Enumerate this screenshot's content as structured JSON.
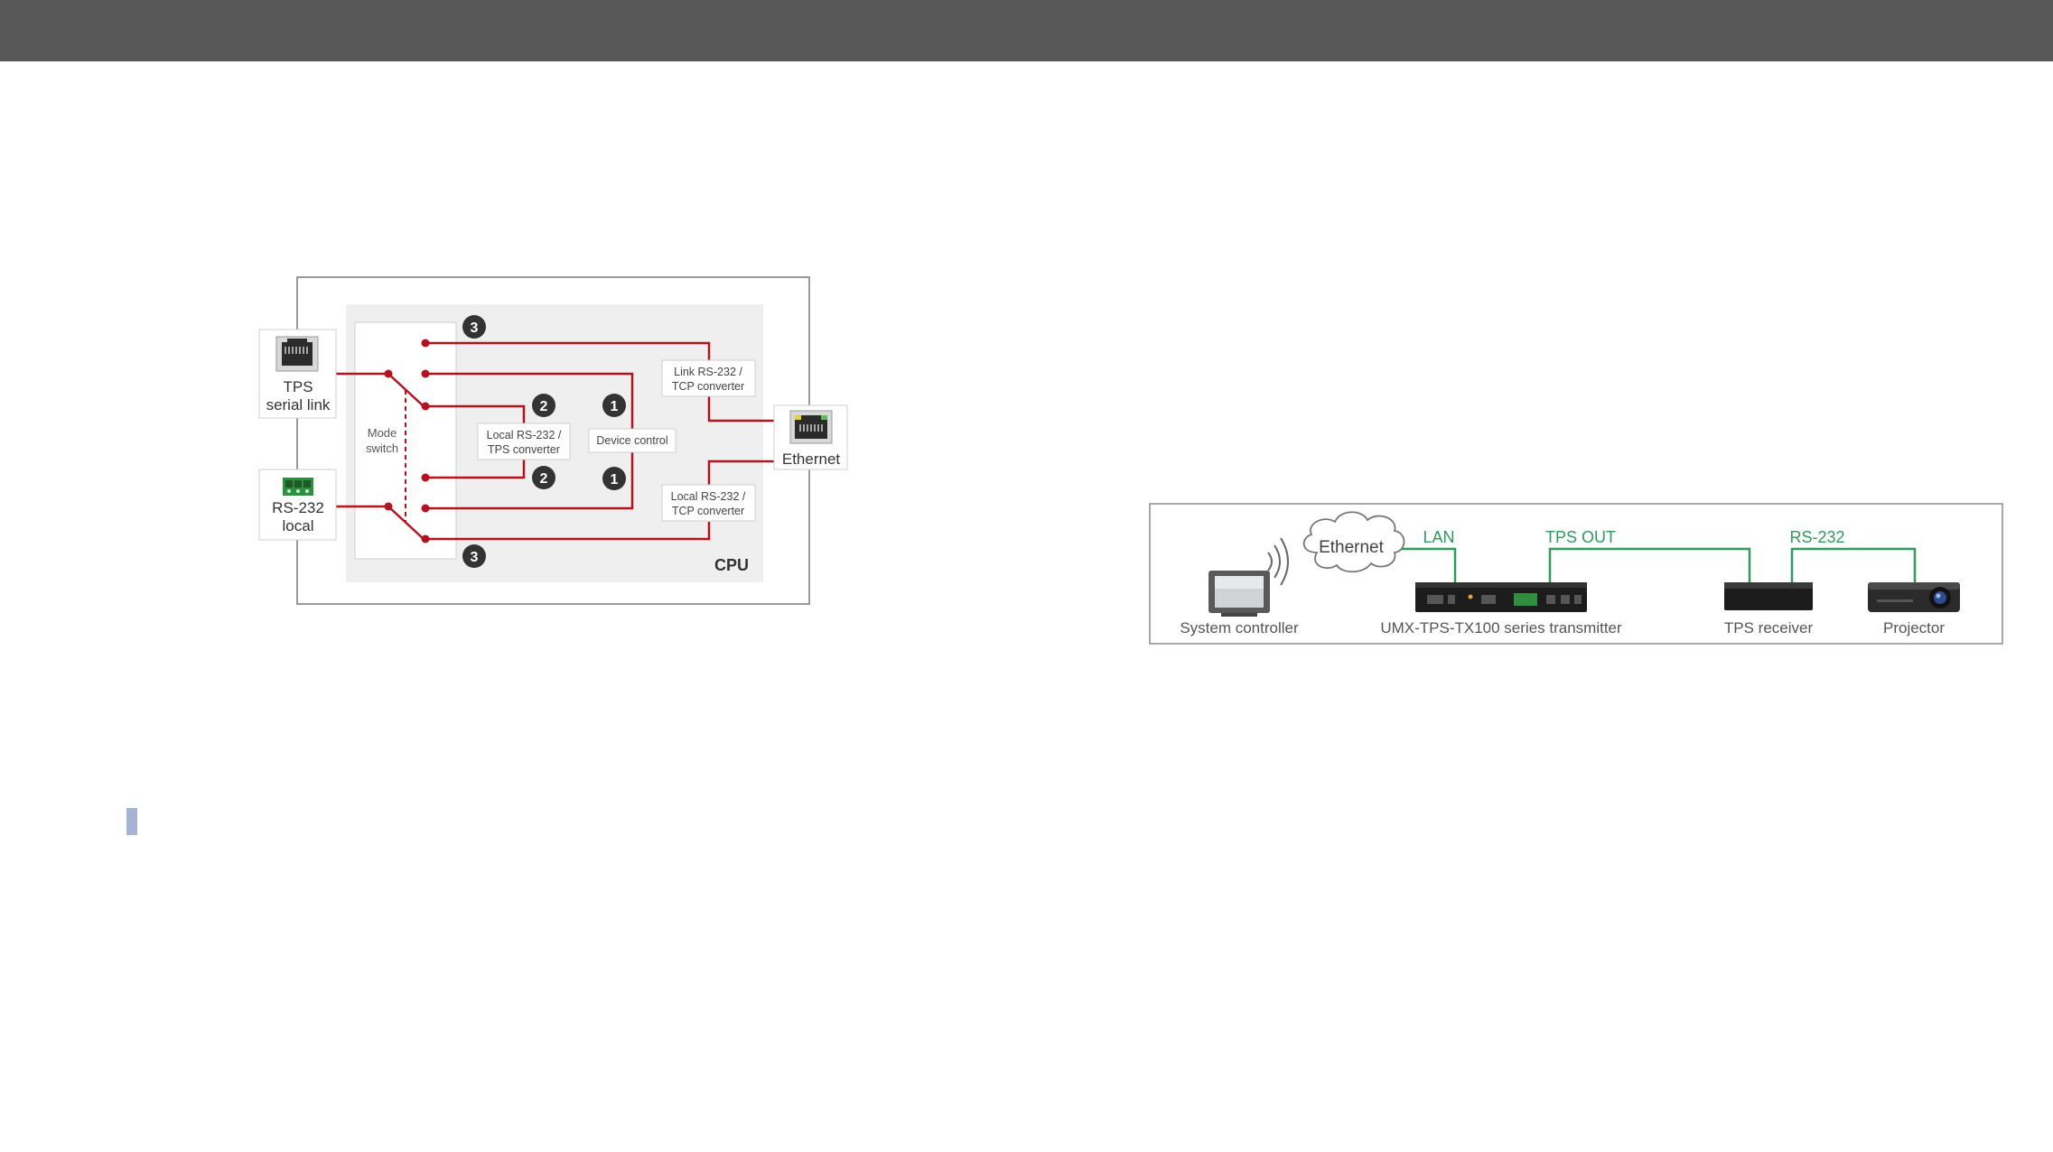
{
  "left_diagram": {
    "tps_serial_link": {
      "line1": "TPS",
      "line2": "serial link"
    },
    "rs232_local": {
      "line1": "RS-232",
      "line2": "local"
    },
    "mode_switch": {
      "line1": "Mode",
      "line2": "switch"
    },
    "local_tps_converter": {
      "line1": "Local RS-232 /",
      "line2": "TPS converter"
    },
    "device_control": "Device control",
    "link_tcp_converter": {
      "line1": "Link RS-232 /",
      "line2": "TCP converter"
    },
    "local_tcp_converter": {
      "line1": "Local RS-232 /",
      "line2": "TCP converter"
    },
    "ethernet": "Ethernet",
    "cpu": "CPU",
    "badges": [
      "3",
      "2",
      "1",
      "2",
      "1",
      "3"
    ],
    "colors": {
      "line": "#b3121f",
      "panel": "#efefef",
      "badge": "#333333"
    }
  },
  "right_diagram": {
    "ethernet_cloud": "Ethernet",
    "labels": {
      "lan": "LAN",
      "tps_out": "TPS OUT",
      "rs232": "RS-232"
    },
    "devices": {
      "system_controller": "System controller",
      "transmitter": "UMX-TPS-TX100 series transmitter",
      "tps_receiver": "TPS receiver",
      "projector": "Projector"
    },
    "colors": {
      "line": "#2e9a5c"
    }
  },
  "icons": [
    "rj45-icon",
    "terminal-block-icon",
    "wifi-icon",
    "touch-panel-icon",
    "cloud-icon",
    "transmitter-icon",
    "receiver-icon",
    "projector-icon"
  ]
}
